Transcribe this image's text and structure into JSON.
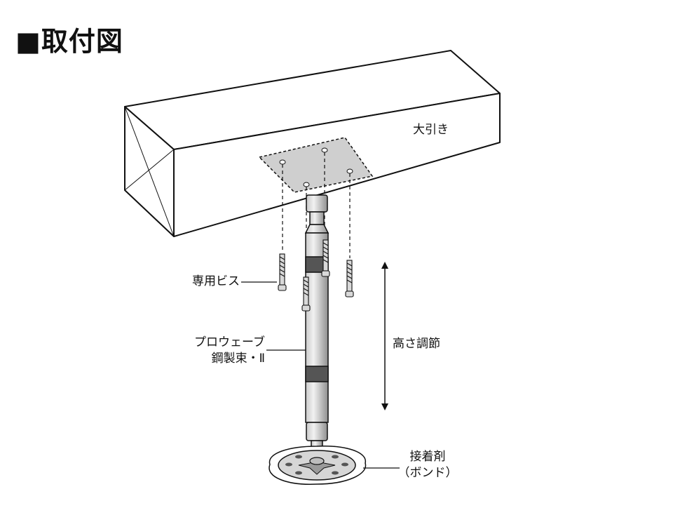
{
  "title": "■取付図",
  "labels": {
    "beam": "大引き",
    "screw": "専用ビス",
    "product_line1": "プロウェーブ",
    "product_line2": "鋼製束・Ⅱ",
    "height_adjust": "高さ調節",
    "adhesive_line1": "接着剤",
    "adhesive_line2": "（ボンド）"
  }
}
